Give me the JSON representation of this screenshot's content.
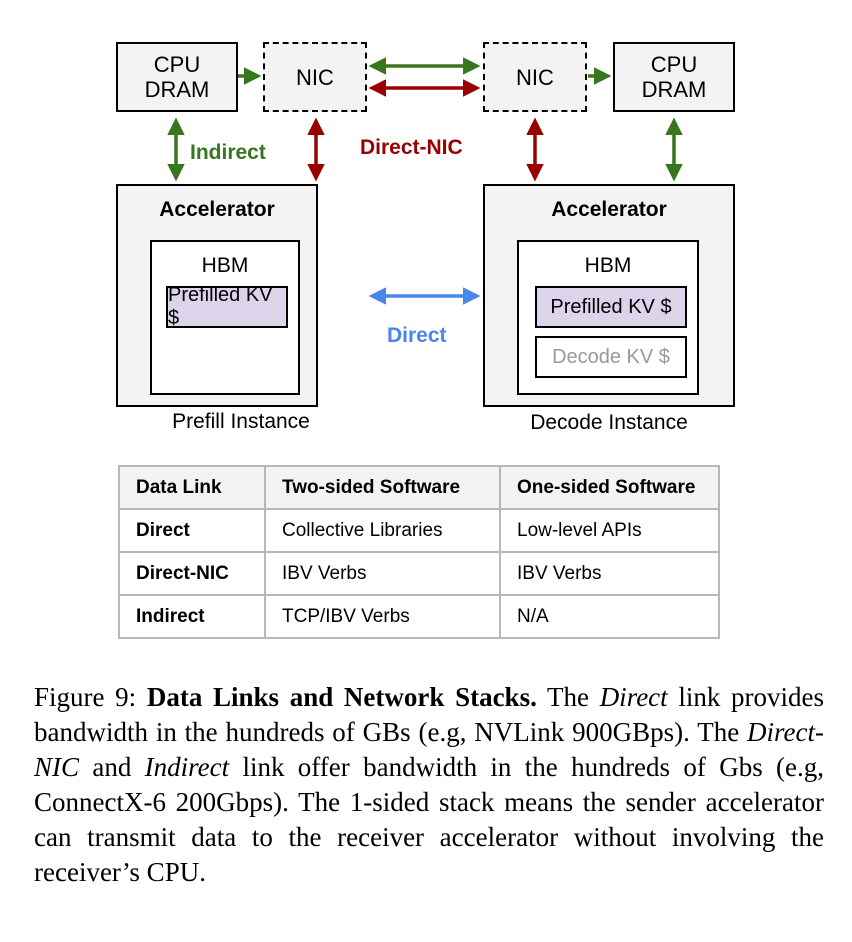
{
  "diagram": {
    "left_cpu": {
      "line1": "CPU",
      "line2": "DRAM"
    },
    "left_nic": "NIC",
    "right_nic": "NIC",
    "right_cpu": {
      "line1": "CPU",
      "line2": "DRAM"
    },
    "links": {
      "indirect": "Indirect",
      "direct_nic": "Direct-NIC",
      "direct": "Direct"
    },
    "link_colors": {
      "indirect": "#38761d",
      "direct_nic": "#990000",
      "direct": "#4a86e8"
    },
    "prefill": {
      "accelerator": "Accelerator",
      "hbm": "HBM",
      "kv_items": [
        "Prefilled KV $"
      ],
      "instance_label": "Prefill Instance"
    },
    "decode": {
      "accelerator": "Accelerator",
      "hbm": "HBM",
      "kv_items": [
        "Prefilled KV $",
        "Decode KV $"
      ],
      "instance_label": "Decode Instance"
    }
  },
  "table": {
    "headers": [
      "Data Link",
      "Two-sided Software",
      "One-sided Software"
    ],
    "rows": [
      [
        "Direct",
        "Collective Libraries",
        "Low-level APIs"
      ],
      [
        "Direct-NIC",
        "IBV Verbs",
        "IBV Verbs"
      ],
      [
        "Indirect",
        "TCP/IBV Verbs",
        "N/A"
      ]
    ]
  },
  "caption": {
    "label": "Figure 9: ",
    "title": "Data Links and Network Stacks.",
    "t1": " The ",
    "i1": "Direct",
    "t2": " link provides bandwidth in the hundreds of GBs (e.g, NVLink 900GBps). The ",
    "i2": "Direct-NIC",
    "t3": " and ",
    "i3": "Indirect",
    "t4": " link offer bandwidth in the hundreds of Gbs (e.g, ConnectX-6 200Gbps). The 1-sided stack means the sender accelerator can transmit data to the receiver accelerator without involving the receiver’s CPU."
  }
}
